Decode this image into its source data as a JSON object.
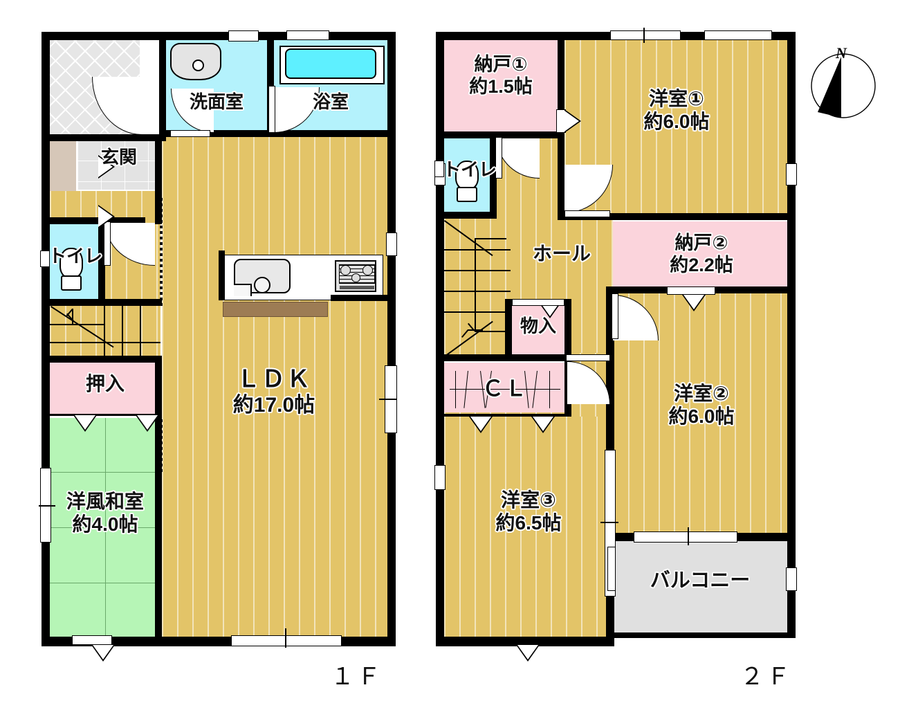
{
  "title": "Two-story house floor plan (1F / 2F)",
  "floors": [
    {
      "id": "1f",
      "label": "１Ｆ"
    },
    {
      "id": "2f",
      "label": "２Ｆ"
    }
  ],
  "compass": {
    "label": "N",
    "name": "north-arrow"
  },
  "floor1": {
    "rooms": [
      {
        "key": "shoe_closet",
        "name": "shoe-closet",
        "label": "",
        "area": "",
        "surface": "hatched"
      },
      {
        "key": "entrance",
        "name": "entrance",
        "label": "玄関",
        "area": "",
        "surface": "tile"
      },
      {
        "key": "powder",
        "name": "powder-room",
        "label": "洗面室",
        "area": "",
        "surface": "water"
      },
      {
        "key": "bath",
        "name": "bathroom",
        "label": "浴室",
        "area": "",
        "surface": "water"
      },
      {
        "key": "toilet1",
        "name": "toilet",
        "label": "トイレ",
        "area": "",
        "surface": "water"
      },
      {
        "key": "ldk",
        "name": "ldk",
        "label": "ＬＤＫ",
        "area": "約17.0帖",
        "surface": "wood"
      },
      {
        "key": "oshiire",
        "name": "closet-oshiire",
        "label": "押入",
        "area": "",
        "surface": "pink"
      },
      {
        "key": "washitsu",
        "name": "western-style-japanese-room",
        "label": "洋風和室",
        "area": "約4.0帖",
        "surface": "tatami"
      },
      {
        "key": "stairs1",
        "name": "staircase",
        "label": "",
        "area": "",
        "surface": "wood"
      }
    ],
    "fixtures": [
      {
        "name": "kitchen-sink"
      },
      {
        "name": "gas-stove"
      },
      {
        "name": "kitchen-counter"
      },
      {
        "name": "bathtub"
      },
      {
        "name": "vanity-basin"
      },
      {
        "name": "toilet-bowl"
      }
    ]
  },
  "floor2": {
    "rooms": [
      {
        "key": "storage1",
        "name": "storage-room-1",
        "label": "納戸①",
        "area": "約1.5帖",
        "surface": "pink"
      },
      {
        "key": "toilet2",
        "name": "toilet",
        "label": "トイレ",
        "area": "",
        "surface": "water"
      },
      {
        "key": "hall",
        "name": "hall",
        "label": "ホール",
        "area": "",
        "surface": "wood"
      },
      {
        "key": "monoire",
        "name": "storage-closet",
        "label": "物入",
        "area": "",
        "surface": "pink"
      },
      {
        "key": "cl",
        "name": "closet-cl",
        "label": "ＣＬ",
        "area": "",
        "surface": "pink"
      },
      {
        "key": "room1",
        "name": "bedroom-1",
        "label": "洋室①",
        "area": "約6.0帖",
        "surface": "wood"
      },
      {
        "key": "storage2",
        "name": "storage-room-2",
        "label": "納戸②",
        "area": "約2.2帖",
        "surface": "pink"
      },
      {
        "key": "room2",
        "name": "bedroom-2",
        "label": "洋室②",
        "area": "約6.0帖",
        "surface": "wood"
      },
      {
        "key": "room3",
        "name": "bedroom-3",
        "label": "洋室③",
        "area": "約6.5帖",
        "surface": "wood"
      },
      {
        "key": "balcony",
        "name": "balcony",
        "label": "バルコニー",
        "area": "",
        "surface": "gray"
      },
      {
        "key": "stairs2",
        "name": "staircase",
        "label": "",
        "area": "",
        "surface": "wood"
      }
    ],
    "fixtures": [
      {
        "name": "toilet-bowl"
      }
    ]
  },
  "colors": {
    "wood": "#e3c468",
    "pink": "#fbd4dc",
    "tatami": "#b6f5b6",
    "water": "#b4f2fc",
    "gray": "#e0e0e0",
    "wall": "#000000",
    "counter": "#9d7c54"
  }
}
